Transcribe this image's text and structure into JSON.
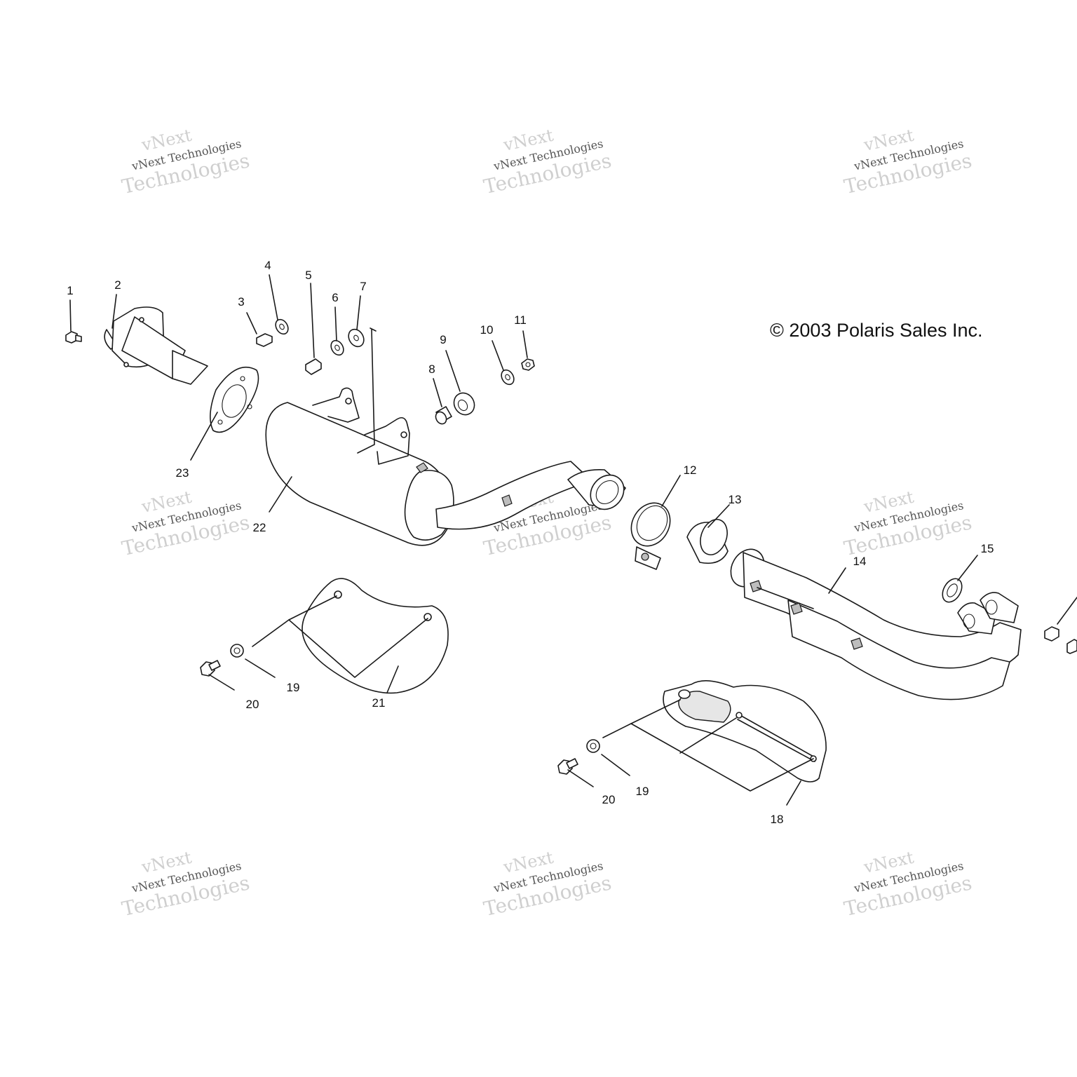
{
  "copyright": "© 2003 Polaris Sales Inc.",
  "watermark": {
    "line1": "vNext",
    "line2": "vNext Technologies",
    "line3": "Technologies"
  },
  "callouts": {
    "c1": "1",
    "c2": "2",
    "c3": "3",
    "c4": "4",
    "c5": "5",
    "c6": "6",
    "c7": "7",
    "c8": "8",
    "c9": "9",
    "c10": "10",
    "c11": "11",
    "c12": "12",
    "c13": "13",
    "c14": "14",
    "c15": "15",
    "c18": "18",
    "c19a": "19",
    "c19b": "19",
    "c20a": "20",
    "c20b": "20",
    "c21": "21",
    "c22": "22",
    "c23": "23"
  }
}
